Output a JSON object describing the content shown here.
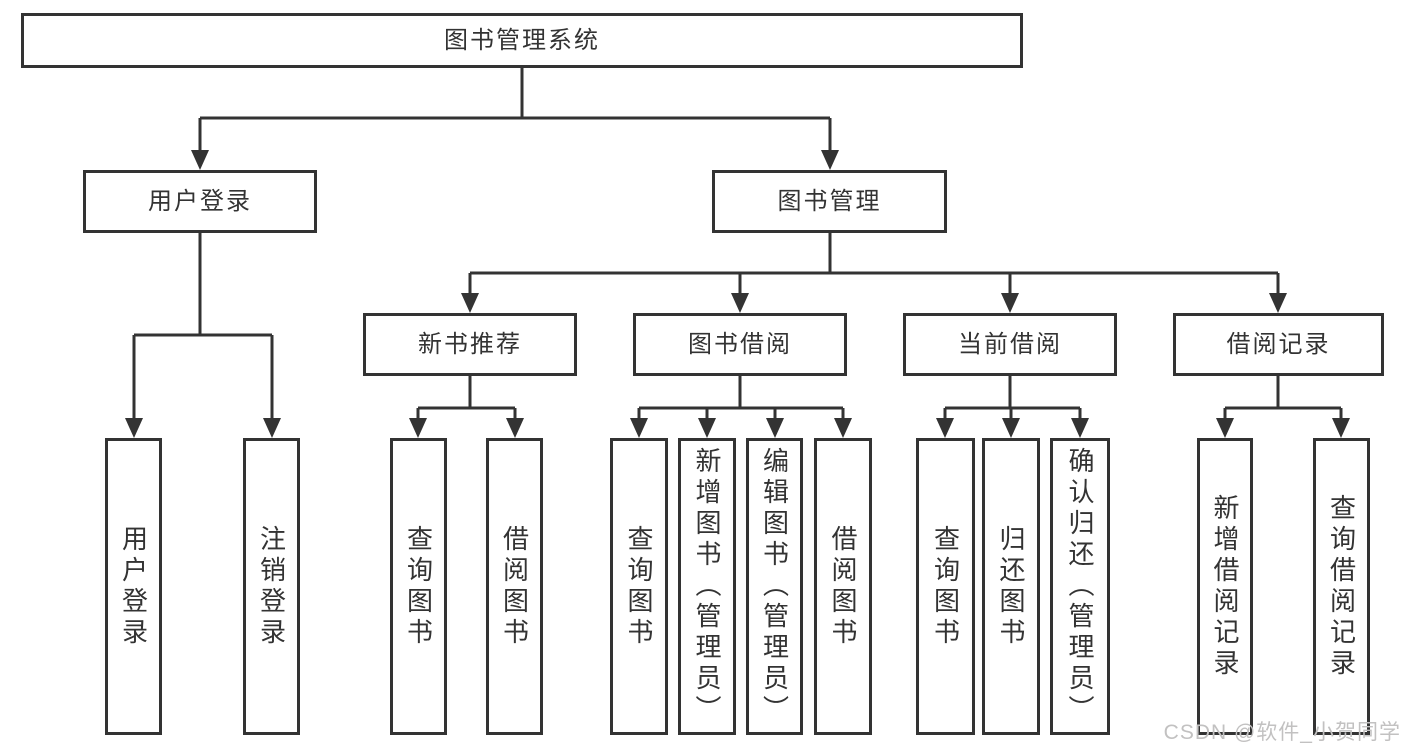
{
  "page": {
    "background": "#ffffff"
  },
  "colors": {
    "line": "#333333",
    "box_border": "#333333",
    "text": "#333333",
    "watermark": "#c2c1c1"
  },
  "watermark": {
    "text": "CSDN @软件_小贺同学"
  },
  "tree": {
    "root": {
      "label": "图书管理系统",
      "children": [
        {
          "label": "用户登录",
          "children": [
            {
              "label": "用户登录"
            },
            {
              "label": "注销登录"
            }
          ]
        },
        {
          "label": "图书管理",
          "children": [
            {
              "label": "新书推荐",
              "children": [
                {
                  "label": "查询图书"
                },
                {
                  "label": "借阅图书"
                }
              ]
            },
            {
              "label": "图书借阅",
              "children": [
                {
                  "label": "查询图书"
                },
                {
                  "label": "新增图书（管理员）"
                },
                {
                  "label": "编辑图书（管理员）"
                },
                {
                  "label": "借阅图书"
                }
              ]
            },
            {
              "label": "当前借阅",
              "children": [
                {
                  "label": "查询图书"
                },
                {
                  "label": "归还图书"
                },
                {
                  "label": "确认归还（管理员）"
                }
              ]
            },
            {
              "label": "借阅记录",
              "children": [
                {
                  "label": "新增借阅记录"
                },
                {
                  "label": "查询借阅记录"
                }
              ]
            }
          ]
        }
      ]
    }
  }
}
